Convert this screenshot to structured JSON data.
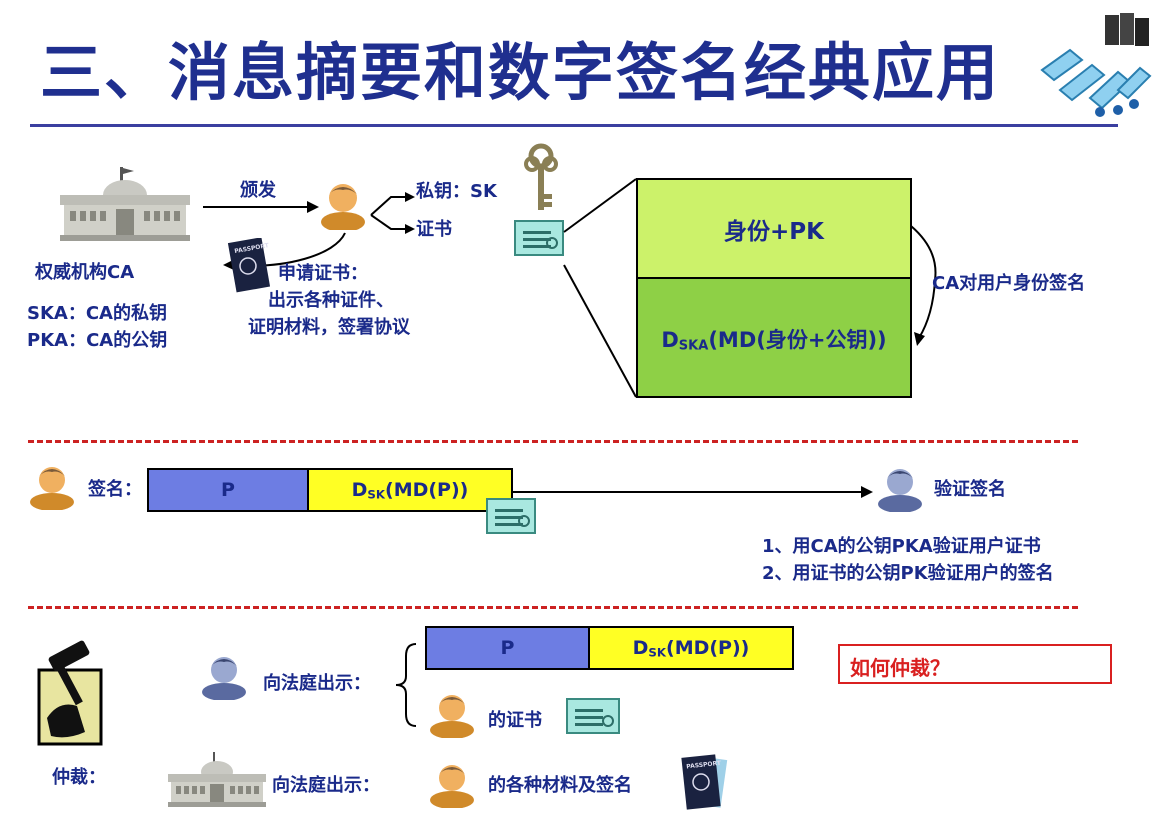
{
  "title": "三、消息摘要和数字签名经典应用",
  "section1": {
    "ca_label": "权威机构CA",
    "ska_line": "SKA：CA的私钥",
    "pka_line": "PKA：CA的公钥",
    "issue_label": "颁发",
    "private_key_label": "私钥：SK",
    "certificate_label": "证书",
    "apply_line1": "申请证书：",
    "apply_line2": "出示各种证件、",
    "apply_line3": "证明材料，签署协议",
    "cert_top": "身份+PK",
    "cert_bottom_prefix": "D",
    "cert_bottom_sub": "SKA",
    "cert_bottom_suffix": "(MD(身份+公钥))",
    "ca_sign_label": "CA对用户身份签名"
  },
  "section2": {
    "sign_label": "签名：",
    "p_label": "P",
    "d_prefix": "D",
    "d_sub": "SK",
    "d_suffix": "(MD(P))",
    "verify_label": "验证签名",
    "step1": "1、用CA的公钥PKA验证用户证书",
    "step2": "2、用证书的公钥PK验证用户的签名"
  },
  "section3": {
    "arbitration_label": "仲裁：",
    "present1": "向法庭出示：",
    "p_label": "P",
    "d_prefix": "D",
    "d_sub": "SK",
    "d_suffix": "(MD(P))",
    "of_cert": "的证书",
    "question": "如何仲裁？",
    "present2": "向法庭出示：",
    "materials": "的各种材料及签名"
  },
  "colors": {
    "title": "#1f2f8f",
    "text": "#1a2a8a",
    "cert_light_green": "#ccf26a",
    "cert_dark_green": "#8ed046",
    "p_blue": "#6d7de3",
    "sig_yellow": "#ffff24",
    "dash_red": "#cc2222"
  }
}
